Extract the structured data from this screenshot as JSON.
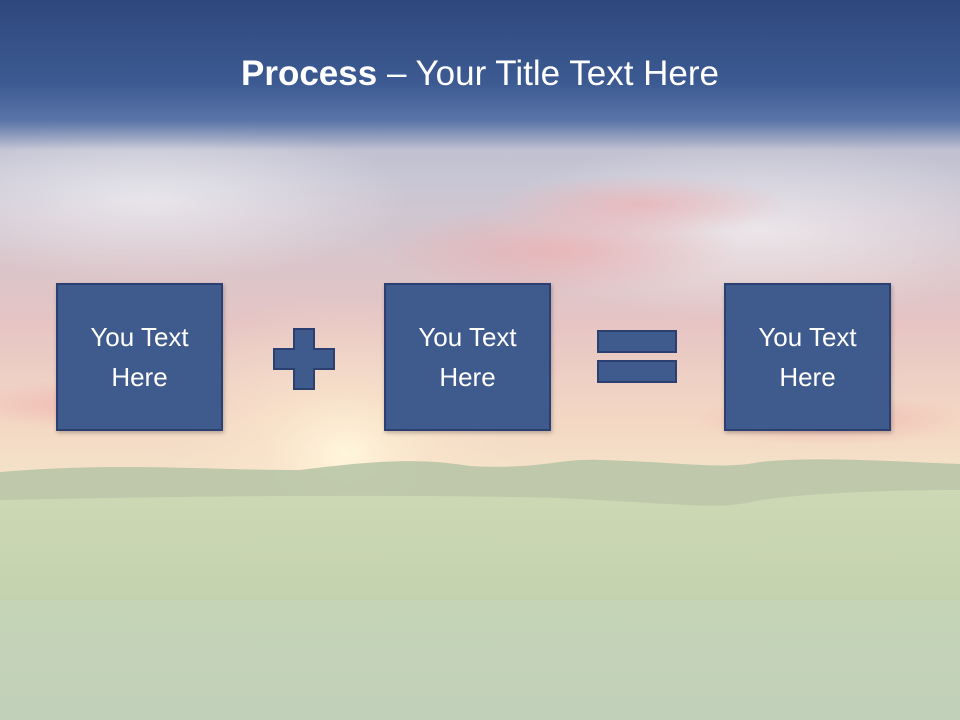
{
  "slide": {
    "title_bold": "Process",
    "title_rest": " – Your Title Text Here",
    "boxes": [
      {
        "text": "You Text Here"
      },
      {
        "text": "You Text Here"
      },
      {
        "text": "You Text Here"
      }
    ],
    "operators": [
      "plus-icon",
      "equals-icon"
    ]
  },
  "colors": {
    "title_bar": "#3a5891",
    "box_fill": "#3f5a8c",
    "box_border": "#2b4070",
    "text": "#ffffff"
  }
}
